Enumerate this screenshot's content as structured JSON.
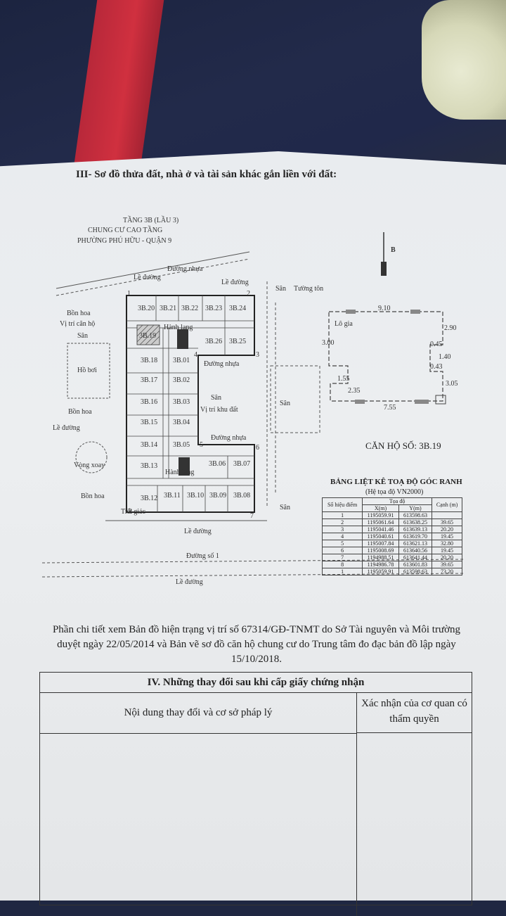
{
  "section_title": "III- Sơ đồ thửa đất, nhà ở và tài sản khác gắn liền với đất:",
  "plan_header": [
    "TẦNG 3B (LẦU 3)",
    "CHUNG CƯ CAO TẦNG",
    "PHƯỜNG PHÚ HỮU - QUẬN 9"
  ],
  "north_label": "B",
  "site_labels": {
    "road_asphalt": "Đường nhựa",
    "sidewalk": "Lề đường",
    "flower_bed": "Bồn hoa",
    "courtyard": "Sân",
    "pool": "Hồ bơi",
    "apartment_position": "Vị trí căn hộ",
    "corridor": "Hành lang",
    "land_position": "Vị trí khu đất",
    "roundabout": "Vòng xoay",
    "road_1": "Đường số 1",
    "fence": "Tường tôn",
    "balcony": "Lô gia",
    "intersection": "Tiết giác"
  },
  "units_top": [
    "3B.20",
    "3B.21",
    "3B.22",
    "3B.23",
    "3B.24"
  ],
  "units_left": [
    "3B.19",
    "3B.18",
    "3B.17",
    "3B.16",
    "3B.15",
    "3B.14",
    "3B.13",
    "3B.12"
  ],
  "units_mid": [
    "3B.26",
    "3B.25",
    "3B.01",
    "3B.02",
    "3B.03",
    "3B.04",
    "3B.05"
  ],
  "units_bottom": [
    "3B.11",
    "3B.10",
    "3B.09",
    "3B.08",
    "3B.06",
    "3B.07"
  ],
  "unit_dims": {
    "top": "9.10",
    "right_1": "2.90",
    "right_2": "0.45",
    "right_3": "1.40",
    "right_4": "0.43",
    "right_5": "3.05",
    "bottom": "7.55",
    "left_1": "3.00",
    "left_2": "1.55",
    "left_3": "2.35"
  },
  "points": [
    "1",
    "2",
    "3",
    "4",
    "5",
    "6",
    "7",
    "8"
  ],
  "apartment_label": "CĂN HỘ SỐ: 3B.19",
  "coord_table": {
    "title": "BẢNG LIỆT KÊ TOẠ ĐỘ GÓC RANH",
    "subtitle": "(Hệ tọa độ VN2000)",
    "headers": [
      "Số hiệu điểm",
      "Tọa độ",
      "Cạnh (m)"
    ],
    "subheaders": [
      "X(m)",
      "Y(m)"
    ],
    "rows": [
      [
        "1",
        "1195059.91",
        "613598.63",
        ""
      ],
      [
        "2",
        "1195061.64",
        "613638.25",
        "39.65"
      ],
      [
        "3",
        "1195041.46",
        "613639.13",
        "20.20"
      ],
      [
        "4",
        "1195040.61",
        "613619.70",
        "19.45"
      ],
      [
        "5",
        "1195007.84",
        "613621.13",
        "32.80"
      ],
      [
        "6",
        "1195008.69",
        "613640.56",
        "19.45"
      ],
      [
        "7",
        "1194988.51",
        "613641.44",
        "20.20"
      ],
      [
        "8",
        "1194986.78",
        "613601.83",
        "39.65"
      ],
      [
        "1",
        "1195059.91",
        "613598.63",
        "73.20"
      ]
    ]
  },
  "note": "Phần chi tiết xem Bản đồ hiện trạng vị trí số 67314/GĐ-TNMT do Sở Tài nguyên và Môi trường duyệt ngày 22/05/2014 và Bản vẽ sơ đồ căn hộ chung cư do Trung tâm đo đạc bản đồ lập ngày 15/10/2018.",
  "changes": {
    "title": "IV. Những thay đổi sau khi cấp giấy chứng nhận",
    "col_content": "Nội dung thay đổi và cơ sở pháp lý",
    "col_confirm": "Xác nhận của cơ quan có thẩm quyền"
  }
}
